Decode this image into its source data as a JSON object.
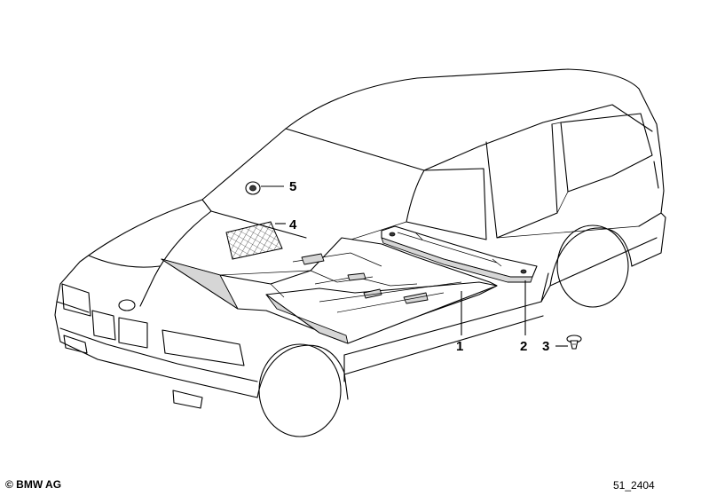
{
  "diagram": {
    "callouts": [
      {
        "id": "1",
        "label": "1"
      },
      {
        "id": "2",
        "label": "2"
      },
      {
        "id": "3",
        "label": "3"
      },
      {
        "id": "4",
        "label": "4"
      },
      {
        "id": "5",
        "label": "5"
      }
    ],
    "copyright": "© BMW AG",
    "figure_code": "51_2404"
  }
}
